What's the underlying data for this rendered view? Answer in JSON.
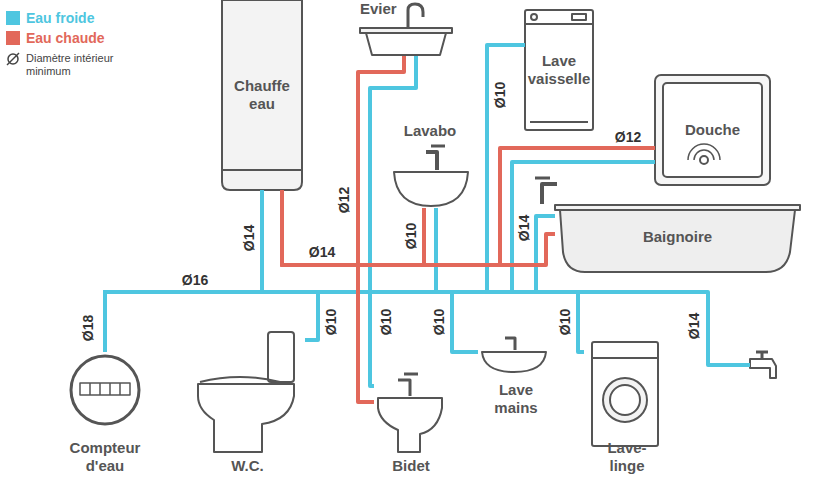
{
  "diagram": {
    "nodes": [
      {
        "text": [
          "Chauffe eau"
        ]
      },
      {
        "text": [
          "Evier"
        ]
      },
      {
        "text": [
          "Lave vaisselle"
        ]
      },
      {
        "text": [
          "Lavabo"
        ]
      },
      {
        "text": [
          "Douche"
        ]
      },
      {
        "text": [
          "Baignoire"
        ]
      },
      {
        "text": [
          "Compteur d'eau"
        ]
      },
      {
        "text": [
          "W.C."
        ]
      },
      {
        "text": [
          "Bidet"
        ]
      },
      {
        "text": [
          "Lave mains"
        ]
      },
      {
        "text": [
          "Lave-linge"
        ]
      }
    ],
    "edges": [
      {
        "from": 6,
        "to": 0,
        "arrow": "none"
      },
      {
        "from": 6,
        "to": 7,
        "arrow": "none"
      },
      {
        "from": 6,
        "to": 1,
        "arrow": "none"
      },
      {
        "from": 0,
        "to": 1,
        "arrow": "none"
      },
      {
        "from": 6,
        "to": 8,
        "arrow": "none"
      },
      {
        "from": 0,
        "to": 8,
        "arrow": "none"
      },
      {
        "from": 6,
        "to": 3,
        "arrow": "none"
      },
      {
        "from": 0,
        "to": 3,
        "arrow": "none"
      },
      {
        "from": 6,
        "to": 9,
        "arrow": "none"
      },
      {
        "from": 6,
        "to": 2,
        "arrow": "none"
      },
      {
        "from": 6,
        "to": 4,
        "arrow": "none"
      },
      {
        "from": 0,
        "to": 4,
        "arrow": "none"
      },
      {
        "from": 6,
        "to": 5,
        "arrow": "none"
      },
      {
        "from": 0,
        "to": 5,
        "arrow": "none"
      },
      {
        "from": 6,
        "to": 10,
        "arrow": "none"
      }
    ],
    "labels": [
      "Ø16",
      "Ø18",
      "Ø14",
      "Ø14",
      "Ø12",
      "Ø10",
      "Ø12",
      "Ø10",
      "Ø14",
      "Ø10",
      "Ø10",
      "Ø10",
      "Ø10",
      "Ø14"
    ],
    "legend": [
      {
        "text": "Eau froide",
        "color": "#4ec6e0"
      },
      {
        "text": "Eau chaude",
        "color": "#e2685a"
      },
      {
        "text": "Diamètre intérieur minimum"
      }
    ]
  }
}
